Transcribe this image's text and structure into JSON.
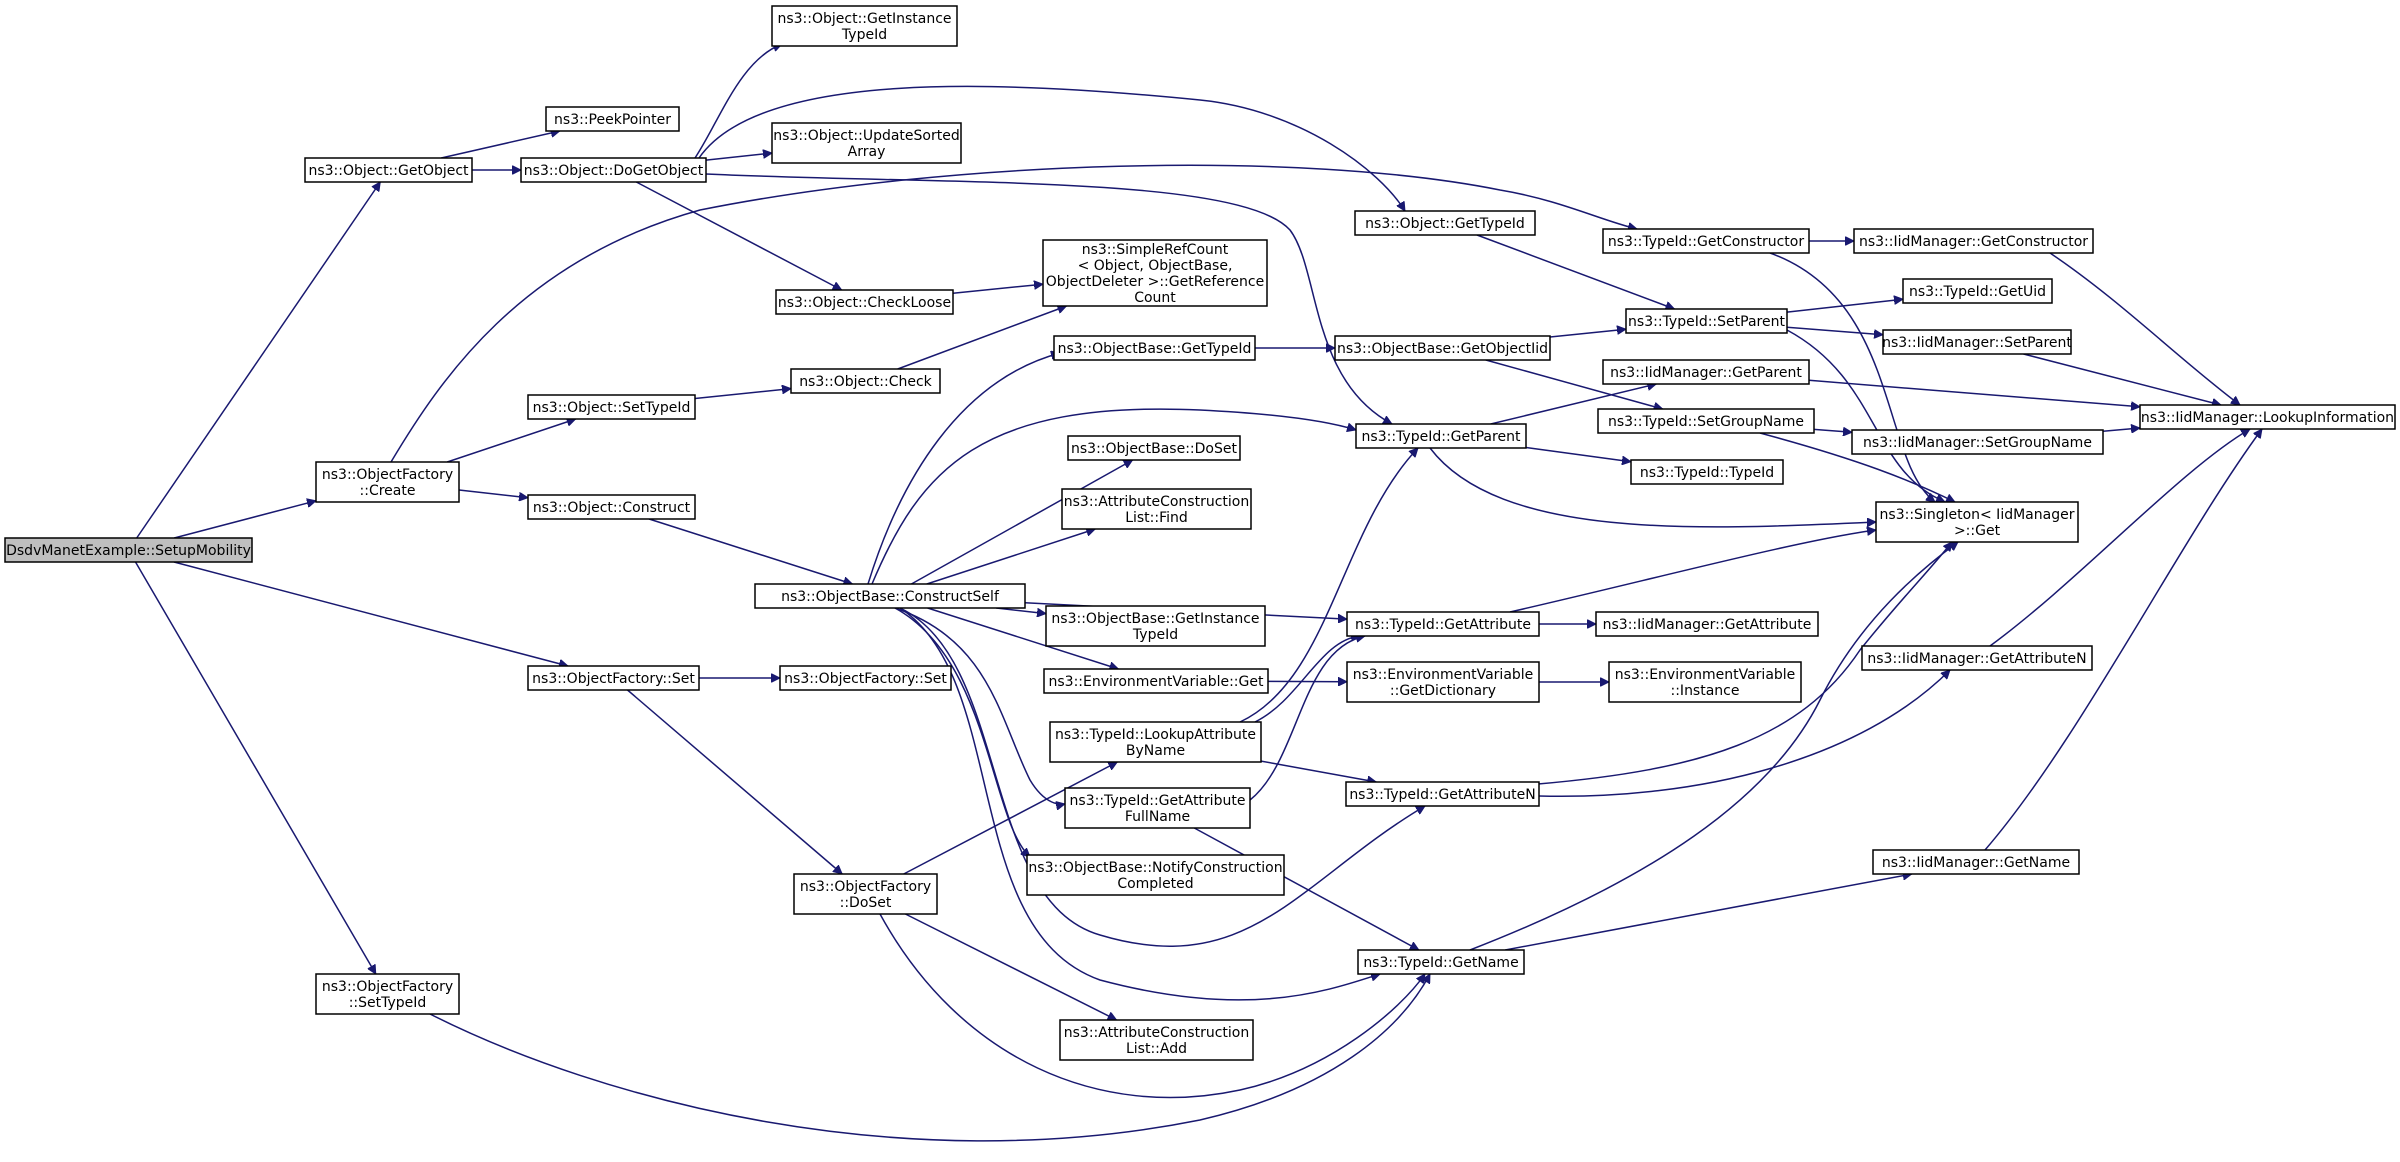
{
  "colors": {
    "edge": "#191970",
    "node_fill": "#ffffff",
    "root_fill": "#bfbfbf",
    "border": "#000000"
  },
  "nodes": [
    {
      "id": "setup",
      "root": true,
      "lines": [
        "DsdvManetExample::SetupMobility"
      ]
    },
    {
      "id": "getobject",
      "lines": [
        "ns3::Object::GetObject"
      ]
    },
    {
      "id": "of_create",
      "lines": [
        "ns3::ObjectFactory",
        "::Create"
      ]
    },
    {
      "id": "of_set",
      "lines": [
        "ns3::ObjectFactory::Set"
      ]
    },
    {
      "id": "of_settypeid",
      "lines": [
        "ns3::ObjectFactory",
        "::SetTypeId"
      ]
    },
    {
      "id": "peekpointer",
      "lines": [
        "ns3::PeekPointer"
      ]
    },
    {
      "id": "dogetobject",
      "lines": [
        "ns3::Object::DoGetObject"
      ]
    },
    {
      "id": "settypeid",
      "lines": [
        "ns3::Object::SetTypeId"
      ]
    },
    {
      "id": "construct",
      "lines": [
        "ns3::Object::Construct"
      ]
    },
    {
      "id": "of_set2",
      "lines": [
        "ns3::ObjectFactory::Set"
      ]
    },
    {
      "id": "of_doset",
      "lines": [
        "ns3::ObjectFactory",
        "::DoSet"
      ]
    },
    {
      "id": "getinstancetypeid",
      "lines": [
        "ns3::Object::GetInstance",
        "TypeId"
      ]
    },
    {
      "id": "updatesorted",
      "lines": [
        "ns3::Object::UpdateSorted",
        "Array"
      ]
    },
    {
      "id": "checkloose",
      "lines": [
        "ns3::Object::CheckLoose"
      ]
    },
    {
      "id": "check",
      "lines": [
        "ns3::Object::Check"
      ]
    },
    {
      "id": "constructself",
      "lines": [
        "ns3::ObjectBase::ConstructSelf"
      ]
    },
    {
      "id": "simplerefcount",
      "lines": [
        "ns3::SimpleRefCount",
        "< Object, ObjectBase,",
        " ObjectDeleter >::GetReference",
        "Count"
      ]
    },
    {
      "id": "ob_gettypeid",
      "lines": [
        "ns3::ObjectBase::GetTypeId"
      ]
    },
    {
      "id": "ob_doset",
      "lines": [
        "ns3::ObjectBase::DoSet"
      ]
    },
    {
      "id": "acl_find",
      "lines": [
        "ns3::AttributeConstruction",
        "List::Find"
      ]
    },
    {
      "id": "ob_getinstancetypeid",
      "lines": [
        "ns3::ObjectBase::GetInstance",
        "TypeId"
      ]
    },
    {
      "id": "envvar_get",
      "lines": [
        "ns3::EnvironmentVariable::Get"
      ]
    },
    {
      "id": "lookupattrbyname",
      "lines": [
        "ns3::TypeId::LookupAttribute",
        "ByName"
      ]
    },
    {
      "id": "getattrfullname",
      "lines": [
        "ns3::TypeId::GetAttribute",
        "FullName"
      ]
    },
    {
      "id": "notifyconstruction",
      "lines": [
        "ns3::ObjectBase::NotifyConstruction",
        "Completed"
      ]
    },
    {
      "id": "acl_add",
      "lines": [
        "ns3::AttributeConstruction",
        "List::Add"
      ]
    },
    {
      "id": "obj_gettypeid",
      "lines": [
        "ns3::Object::GetTypeId"
      ]
    },
    {
      "id": "ob_getobjectiid",
      "lines": [
        "ns3::ObjectBase::GetObjectIid"
      ]
    },
    {
      "id": "tid_getparent",
      "lines": [
        "ns3::TypeId::GetParent"
      ]
    },
    {
      "id": "tid_getattribute",
      "lines": [
        "ns3::TypeId::GetAttribute"
      ]
    },
    {
      "id": "envvar_getdict",
      "lines": [
        "ns3::EnvironmentVariable",
        "::GetDictionary"
      ]
    },
    {
      "id": "tid_getattributen",
      "lines": [
        "ns3::TypeId::GetAttributeN"
      ]
    },
    {
      "id": "tid_getname",
      "lines": [
        "ns3::TypeId::GetName"
      ]
    },
    {
      "id": "tid_getconstructor",
      "lines": [
        "ns3::TypeId::GetConstructor"
      ]
    },
    {
      "id": "tid_setparent",
      "lines": [
        "ns3::TypeId::SetParent"
      ]
    },
    {
      "id": "iid_getparent",
      "lines": [
        "ns3::IidManager::GetParent"
      ]
    },
    {
      "id": "tid_setgroupname",
      "lines": [
        "ns3::TypeId::SetGroupName"
      ]
    },
    {
      "id": "tid_typeid",
      "lines": [
        "ns3::TypeId::TypeId"
      ]
    },
    {
      "id": "iid_getattribute",
      "lines": [
        "ns3::IidManager::GetAttribute"
      ]
    },
    {
      "id": "envvar_instance",
      "lines": [
        "ns3::EnvironmentVariable",
        "::Instance"
      ]
    },
    {
      "id": "iid_getconstructor",
      "lines": [
        "ns3::IidManager::GetConstructor"
      ]
    },
    {
      "id": "tid_getuid",
      "lines": [
        "ns3::TypeId::GetUid"
      ]
    },
    {
      "id": "iid_setparent",
      "lines": [
        "ns3::IidManager::SetParent"
      ]
    },
    {
      "id": "iid_setgroupname",
      "lines": [
        "ns3::IidManager::SetGroupName"
      ]
    },
    {
      "id": "singleton_get",
      "lines": [
        "ns3::Singleton< IidManager",
        " >::Get"
      ]
    },
    {
      "id": "iid_getattributen",
      "lines": [
        "ns3::IidManager::GetAttributeN"
      ]
    },
    {
      "id": "iid_getname",
      "lines": [
        "ns3::IidManager::GetName"
      ]
    },
    {
      "id": "iid_lookupinfo",
      "lines": [
        "ns3::IidManager::LookupInformation"
      ]
    }
  ],
  "edges": [
    [
      "setup",
      "getobject"
    ],
    [
      "setup",
      "of_create"
    ],
    [
      "setup",
      "of_set"
    ],
    [
      "setup",
      "of_settypeid"
    ],
    [
      "getobject",
      "peekpointer"
    ],
    [
      "getobject",
      "dogetobject"
    ],
    [
      "dogetobject",
      "getinstancetypeid"
    ],
    [
      "dogetobject",
      "updatesorted"
    ],
    [
      "dogetobject",
      "checkloose"
    ],
    [
      "dogetobject",
      "obj_gettypeid"
    ],
    [
      "dogetobject",
      "tid_getparent"
    ],
    [
      "of_create",
      "settypeid"
    ],
    [
      "of_create",
      "construct"
    ],
    [
      "of_create",
      "tid_getconstructor"
    ],
    [
      "settypeid",
      "check"
    ],
    [
      "construct",
      "constructself"
    ],
    [
      "of_set",
      "of_set2"
    ],
    [
      "of_set",
      "of_doset"
    ],
    [
      "of_settypeid",
      "tid_getname"
    ],
    [
      "checkloose",
      "simplerefcount"
    ],
    [
      "check",
      "simplerefcount"
    ],
    [
      "constructself",
      "ob_gettypeid"
    ],
    [
      "constructself",
      "tid_getparent"
    ],
    [
      "constructself",
      "ob_doset"
    ],
    [
      "constructself",
      "acl_find"
    ],
    [
      "constructself",
      "tid_getattribute"
    ],
    [
      "constructself",
      "ob_getinstancetypeid"
    ],
    [
      "constructself",
      "envvar_get"
    ],
    [
      "constructself",
      "getattrfullname"
    ],
    [
      "constructself",
      "notifyconstruction"
    ],
    [
      "constructself",
      "tid_getattributen"
    ],
    [
      "constructself",
      "tid_getname"
    ],
    [
      "of_doset",
      "lookupattrbyname"
    ],
    [
      "of_doset",
      "acl_add"
    ],
    [
      "of_doset",
      "tid_getname"
    ],
    [
      "ob_gettypeid",
      "ob_getobjectiid"
    ],
    [
      "envvar_get",
      "envvar_getdict"
    ],
    [
      "lookupattrbyname",
      "tid_getparent"
    ],
    [
      "lookupattrbyname",
      "tid_getattribute"
    ],
    [
      "lookupattrbyname",
      "tid_getattributen"
    ],
    [
      "getattrfullname",
      "tid_getattribute"
    ],
    [
      "getattrfullname",
      "tid_getname"
    ],
    [
      "obj_gettypeid",
      "tid_setparent"
    ],
    [
      "ob_getobjectiid",
      "tid_setparent"
    ],
    [
      "ob_getobjectiid",
      "tid_setgroupname"
    ],
    [
      "tid_getparent",
      "iid_getparent"
    ],
    [
      "tid_getparent",
      "tid_typeid"
    ],
    [
      "tid_getparent",
      "singleton_get"
    ],
    [
      "tid_getattribute",
      "iid_getattribute"
    ],
    [
      "tid_getattribute",
      "singleton_get"
    ],
    [
      "envvar_getdict",
      "envvar_instance"
    ],
    [
      "tid_getattributen",
      "iid_getattributen"
    ],
    [
      "tid_getattributen",
      "singleton_get"
    ],
    [
      "tid_getname",
      "iid_getname"
    ],
    [
      "tid_getname",
      "singleton_get"
    ],
    [
      "tid_getconstructor",
      "iid_getconstructor"
    ],
    [
      "tid_getconstructor",
      "singleton_get"
    ],
    [
      "tid_setparent",
      "tid_getuid"
    ],
    [
      "tid_setparent",
      "iid_setparent"
    ],
    [
      "tid_setparent",
      "singleton_get"
    ],
    [
      "iid_getparent",
      "iid_lookupinfo"
    ],
    [
      "tid_setgroupname",
      "iid_setgroupname"
    ],
    [
      "tid_setgroupname",
      "singleton_get"
    ],
    [
      "iid_getconstructor",
      "iid_lookupinfo"
    ],
    [
      "iid_setparent",
      "iid_lookupinfo"
    ],
    [
      "iid_setgroupname",
      "iid_lookupinfo"
    ],
    [
      "iid_getattributen",
      "iid_lookupinfo"
    ],
    [
      "iid_getname",
      "iid_lookupinfo"
    ]
  ]
}
